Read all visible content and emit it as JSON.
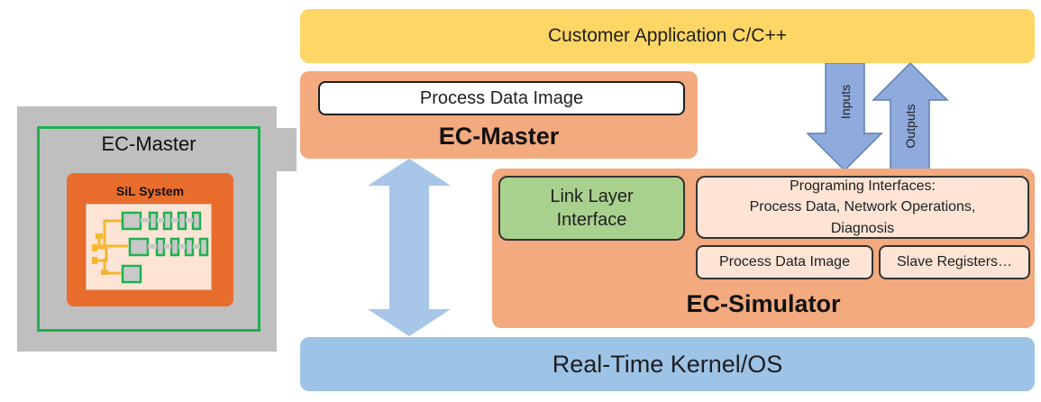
{
  "left_graphic": {
    "title": "EC-Master",
    "sil_label": "SiL System"
  },
  "customer_app": {
    "label": "Customer Application C/C++"
  },
  "ec_master": {
    "process_data_image": "Process Data Image",
    "label": "EC-Master"
  },
  "ec_simulator": {
    "link_layer": "Link Layer Interface",
    "programming_interfaces": [
      "Programing Interfaces:",
      "Process Data, Network Operations,",
      "Diagnosis"
    ],
    "process_data_image": "Process Data Image",
    "slave_registers": "Slave Registers…",
    "label": "EC-Simulator"
  },
  "rtos": {
    "label": "Real-Time Kernel/OS"
  },
  "arrows": {
    "inputs": "Inputs",
    "outputs": "Outputs"
  },
  "colors": {
    "customer": "#fdd665",
    "ec_orange": "#f3aa7e",
    "link_green": "#a9d18e",
    "rtos_blue": "#9dc3e6",
    "arrow_blue": "#a7c6e8",
    "sil_orange": "#e86d2c",
    "frame_green": "#1fb14f"
  }
}
